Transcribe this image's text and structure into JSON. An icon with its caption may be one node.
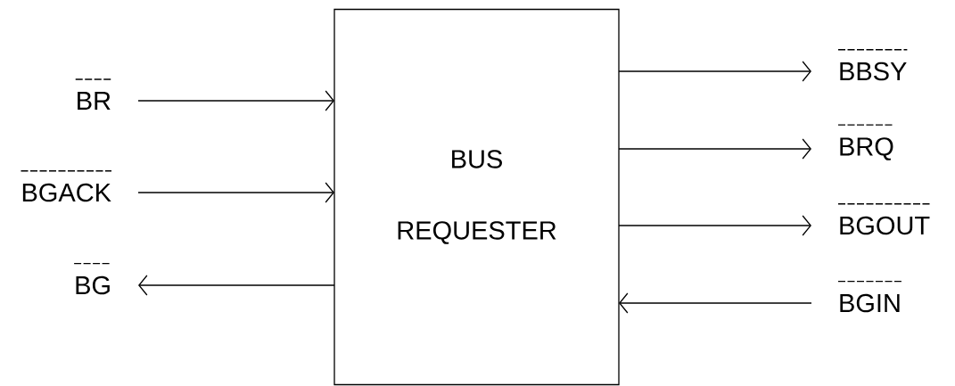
{
  "diagram": {
    "nodes": [
      {
        "text": [
          "BUS REQUESTER"
        ]
      },
      {
        "text": [
          "BR"
        ]
      },
      {
        "text": [
          "BGACK"
        ]
      },
      {
        "text": [
          "BG"
        ]
      },
      {
        "text": [
          "BBSY"
        ]
      },
      {
        "text": [
          "BRQ"
        ]
      },
      {
        "text": [
          "BGOUT"
        ]
      },
      {
        "text": [
          "BGIN"
        ]
      }
    ],
    "edges": [
      {
        "from": 1,
        "to": 0,
        "arrow": "to"
      },
      {
        "from": 2,
        "to": 0,
        "arrow": "to"
      },
      {
        "from": 0,
        "to": 3,
        "arrow": "to"
      },
      {
        "from": 0,
        "to": 4,
        "arrow": "to"
      },
      {
        "from": 0,
        "to": 5,
        "arrow": "to"
      },
      {
        "from": 0,
        "to": 6,
        "arrow": "to"
      },
      {
        "from": 7,
        "to": 0,
        "arrow": "to"
      }
    ]
  }
}
